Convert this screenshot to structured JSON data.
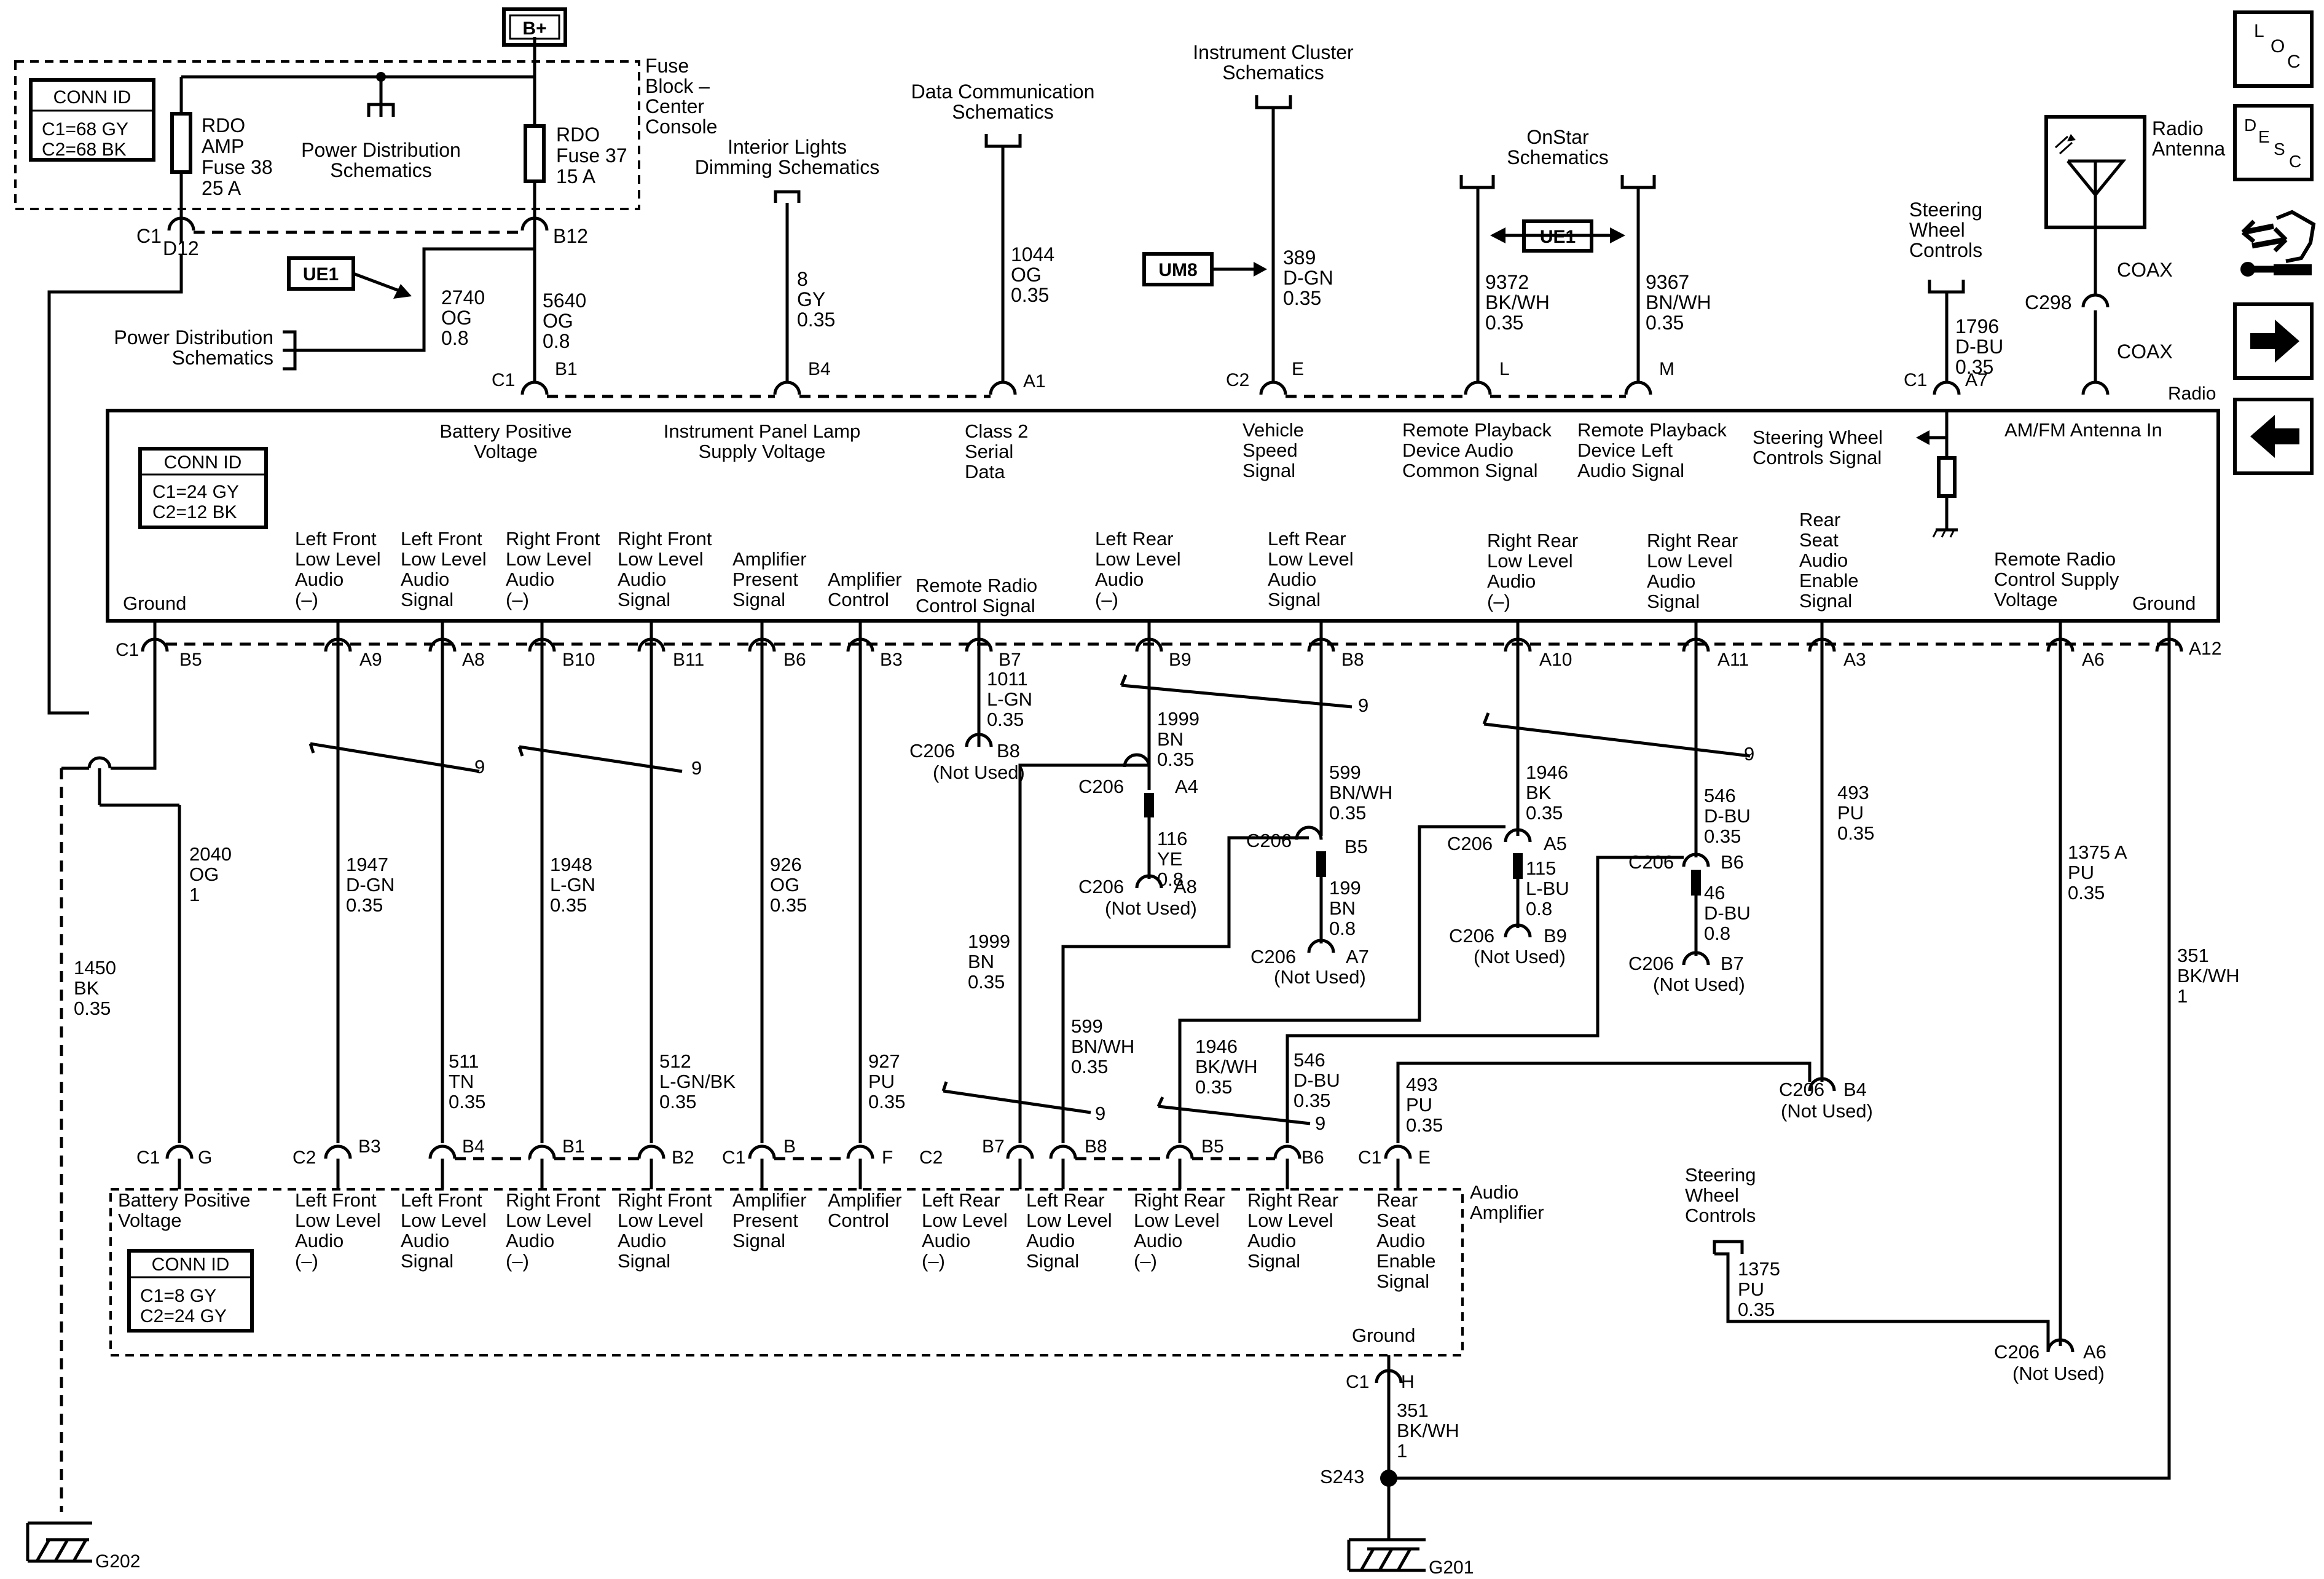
{
  "power": {
    "bplus": "B+"
  },
  "fuse_block": {
    "title": [
      "Fuse",
      "Block –",
      "Center",
      "Console"
    ],
    "conn_id_title": "CONN ID",
    "conn_ids": [
      "C1=68 GY",
      "C2=68 BK"
    ],
    "fuse_amp": [
      "RDO",
      "AMP",
      "Fuse 38",
      "25 A"
    ],
    "fuse_rdo": [
      "RDO",
      "Fuse 37",
      "15 A"
    ],
    "pds_link": [
      "Power Distribution",
      "Schematics"
    ]
  },
  "top_links": {
    "interior_lights": [
      "Interior Lights",
      "Dimming Schematics"
    ],
    "data_comm": [
      "Data Communication",
      "Schematics"
    ],
    "instrument_cluster": [
      "Instrument Cluster",
      "Schematics"
    ],
    "onstar": [
      "OnStar",
      "Schematics"
    ],
    "steering_wheel": [
      "Steering",
      "Wheel",
      "Controls"
    ],
    "radio_antenna": [
      "Radio",
      "Antenna"
    ],
    "pds_left": [
      "Power Distribution",
      "Schematics"
    ]
  },
  "options": {
    "ue1": "UE1",
    "um8": "UM8"
  },
  "top_connectors": {
    "c1_d12": [
      "C1",
      "D12"
    ],
    "b12": "B12",
    "c1_b1": [
      "C1",
      "B1"
    ],
    "b4": "B4",
    "a1": "A1",
    "c2_e": [
      "C2",
      "E"
    ],
    "l": "L",
    "m": "M",
    "c1_a7": [
      "C1",
      "A7"
    ],
    "c298": "C298",
    "coax1": "COAX",
    "coax2": "COAX"
  },
  "top_wires": {
    "w2740": [
      "2740",
      "OG",
      "0.8"
    ],
    "w5640": [
      "5640",
      "OG",
      "0.8"
    ],
    "w8": [
      "8",
      "GY",
      "0.35"
    ],
    "w1044": [
      "1044",
      "OG",
      "0.35"
    ],
    "w389": [
      "389",
      "D-GN",
      "0.35"
    ],
    "w9372": [
      "9372",
      "BK/WH",
      "0.35"
    ],
    "w9367": [
      "9367",
      "BN/WH",
      "0.35"
    ],
    "w1796": [
      "1796",
      "D-BU",
      "0.35"
    ]
  },
  "radio": {
    "name": "Radio",
    "conn_id_title": "CONN ID",
    "conn_ids": [
      "C1=24 GY",
      "C2=12 BK"
    ],
    "top_pins": {
      "battery": [
        "Battery Positive",
        "Voltage"
      ],
      "ip_lamp": [
        "Instrument Panel Lamp",
        "Supply Voltage"
      ],
      "class2": [
        "Class 2",
        "Serial",
        "Data"
      ],
      "vss": [
        "Vehicle",
        "Speed",
        "Signal"
      ],
      "rp_common": [
        "Remote Playback",
        "Device Audio",
        "Common Signal"
      ],
      "rp_left": [
        "Remote Playback",
        "Device Left",
        "Audio Signal"
      ],
      "swc": [
        "Steering Wheel",
        "Controls Signal"
      ],
      "am_fm": "AM/FM Antenna In"
    },
    "bottom_pins": {
      "ground_l": "Ground",
      "lf_neg": [
        "Left Front",
        "Low Level",
        "Audio",
        "(–)"
      ],
      "lf_sig": [
        "Left Front",
        "Low Level",
        "Audio",
        "Signal"
      ],
      "rf_neg": [
        "Right Front",
        "Low Level",
        "Audio",
        "(–)"
      ],
      "rf_sig": [
        "Right Front",
        "Low Level",
        "Audio",
        "Signal"
      ],
      "amp_present": [
        "Amplifier",
        "Present",
        "Signal"
      ],
      "amp_control": [
        "Amplifier",
        "Control"
      ],
      "remote_ctrl": [
        "Remote Radio",
        "Control Signal"
      ],
      "lr_neg": [
        "Left Rear",
        "Low Level",
        "Audio",
        "(–)"
      ],
      "lr_sig": [
        "Left Rear",
        "Low Level",
        "Audio",
        "Signal"
      ],
      "rr_neg": [
        "Right Rear",
        "Low Level",
        "Audio",
        "(–)"
      ],
      "rr_sig": [
        "Right Rear",
        "Low Level",
        "Audio",
        "Signal"
      ],
      "rear_seat": [
        "Rear",
        "Seat",
        "Audio",
        "Enable",
        "Signal"
      ],
      "remote_supply": [
        "Remote Radio",
        "Control Supply",
        "Voltage"
      ],
      "ground_r": "Ground"
    }
  },
  "radio_bottom_connectors": {
    "c1_b5": [
      "C1",
      "B5"
    ],
    "a9": "A9",
    "a8": "A8",
    "b10": "B10",
    "b11": "B11",
    "b6": "B6",
    "b3": "B3",
    "b7": "B7",
    "b9": "B9",
    "b8": "B8",
    "a10": "A10",
    "a11": "A11",
    "a3": "A3",
    "a6": "A6",
    "a12": "A12"
  },
  "mid_wires": {
    "w1011": [
      "1011",
      "L-GN",
      "0.35"
    ],
    "w1999a": [
      "1999",
      "BN",
      "0.35"
    ],
    "w599a": [
      "599",
      "BN/WH",
      "0.35"
    ],
    "w1946a": [
      "1946",
      "BK",
      "0.35"
    ],
    "w546a": [
      "546",
      "D-BU",
      "0.35"
    ],
    "w493a": [
      "493",
      "PU",
      "0.35"
    ],
    "w1375a": [
      "1375 A",
      "PU",
      "0.35"
    ],
    "w351a": [
      "351",
      "BK/WH",
      "1"
    ],
    "w2040": [
      "2040",
      "OG",
      "1"
    ],
    "w1450": [
      "1450",
      "BK",
      "0.35"
    ],
    "w1947": [
      "1947",
      "D-GN",
      "0.35"
    ],
    "w1948": [
      "1948",
      "L-GN",
      "0.35"
    ],
    "w926": [
      "926",
      "OG",
      "0.35"
    ],
    "w511": [
      "511",
      "TN",
      "0.35"
    ],
    "w512": [
      "512",
      "L-GN/BK",
      "0.35"
    ],
    "w927": [
      "927",
      "PU",
      "0.35"
    ],
    "w116": [
      "116",
      "YE",
      "0.8"
    ],
    "w199": [
      "199",
      "BN",
      "0.8"
    ],
    "w115": [
      "115",
      "L-BU",
      "0.8"
    ],
    "w46": [
      "46",
      "D-BU",
      "0.8"
    ],
    "w1999b": [
      "1999",
      "BN",
      "0.35"
    ],
    "w599b": [
      "599",
      "BN/WH",
      "0.35"
    ],
    "w1946b": [
      "1946",
      "BK/WH",
      "0.35"
    ],
    "w546b": [
      "546",
      "D-BU",
      "0.35"
    ],
    "w493b": [
      "493",
      "PU",
      "0.35"
    ],
    "w1375b": [
      "1375",
      "PU",
      "0.35"
    ],
    "w351b": [
      "351",
      "BK/WH",
      "1"
    ]
  },
  "c206": {
    "b8": [
      "C206",
      "B8",
      "(Not Used)"
    ],
    "a4": [
      "C206",
      "A4"
    ],
    "a8": [
      "C206",
      "A8",
      "(Not Used)"
    ],
    "b5": [
      "C206",
      "B5"
    ],
    "a7": [
      "C206",
      "A7",
      "(Not Used)"
    ],
    "a5": [
      "C206",
      "A5"
    ],
    "b9": [
      "C206",
      "B9",
      "(Not Used)"
    ],
    "b6": [
      "C206",
      "B6"
    ],
    "b7": [
      "C206",
      "B7",
      "(Not Used)"
    ],
    "b4": [
      "C206",
      "B4",
      "(Not Used)"
    ],
    "a6": [
      "C206",
      "A6",
      "(Not Used)"
    ]
  },
  "twist": "9",
  "amp_connectors": {
    "c1_g": [
      "C1",
      "G"
    ],
    "c2_b3": [
      "C2",
      "B3"
    ],
    "b4": "B4",
    "b1": "B1",
    "b2": "B2",
    "c1_b": [
      "C1",
      "B"
    ],
    "f": "F",
    "c2_b7": [
      "C2",
      "B7"
    ],
    "b8": "B8",
    "b5": "B5",
    "b6": "B6",
    "c1_e": [
      "C1",
      "E"
    ],
    "c1_h": [
      "C1",
      "H"
    ]
  },
  "amplifier": {
    "name": [
      "Audio",
      "Amplifier"
    ],
    "conn_id_title": "CONN ID",
    "conn_ids": [
      "C1=8 GY",
      "C2=24 GY"
    ],
    "pins": {
      "battery": [
        "Battery Positive",
        "Voltage"
      ],
      "lf_neg": [
        "Left Front",
        "Low Level",
        "Audio",
        "(–)"
      ],
      "lf_sig": [
        "Left Front",
        "Low Level",
        "Audio",
        "Signal"
      ],
      "rf_neg": [
        "Right Front",
        "Low Level",
        "Audio",
        "(–)"
      ],
      "rf_sig": [
        "Right Front",
        "Low Level",
        "Audio",
        "Signal"
      ],
      "amp_present": [
        "Amplifier",
        "Present",
        "Signal"
      ],
      "amp_control": [
        "Amplifier",
        "Control"
      ],
      "lr_neg": [
        "Left Rear",
        "Low Level",
        "Audio",
        "(–)"
      ],
      "lr_sig": [
        "Left Rear",
        "Low Level",
        "Audio",
        "Signal"
      ],
      "rr_neg": [
        "Right Rear",
        "Low Level",
        "Audio",
        "(–)"
      ],
      "rr_sig": [
        "Right Rear",
        "Low Level",
        "Audio",
        "Signal"
      ],
      "rear_seat": [
        "Rear",
        "Seat",
        "Audio",
        "Enable",
        "Signal"
      ],
      "ground": "Ground"
    }
  },
  "swc_bottom": [
    "Steering",
    "Wheel",
    "Controls"
  ],
  "splice": "S243",
  "grounds": {
    "g202": "G202",
    "g201": "G201"
  },
  "nav_buttons": {
    "loc": [
      "L",
      "O",
      "C"
    ],
    "desc": [
      "D",
      "E",
      "S",
      "C"
    ],
    "icons": [
      "wiring-harness-icon",
      "next-arrow-icon",
      "back-arrow-icon"
    ]
  }
}
